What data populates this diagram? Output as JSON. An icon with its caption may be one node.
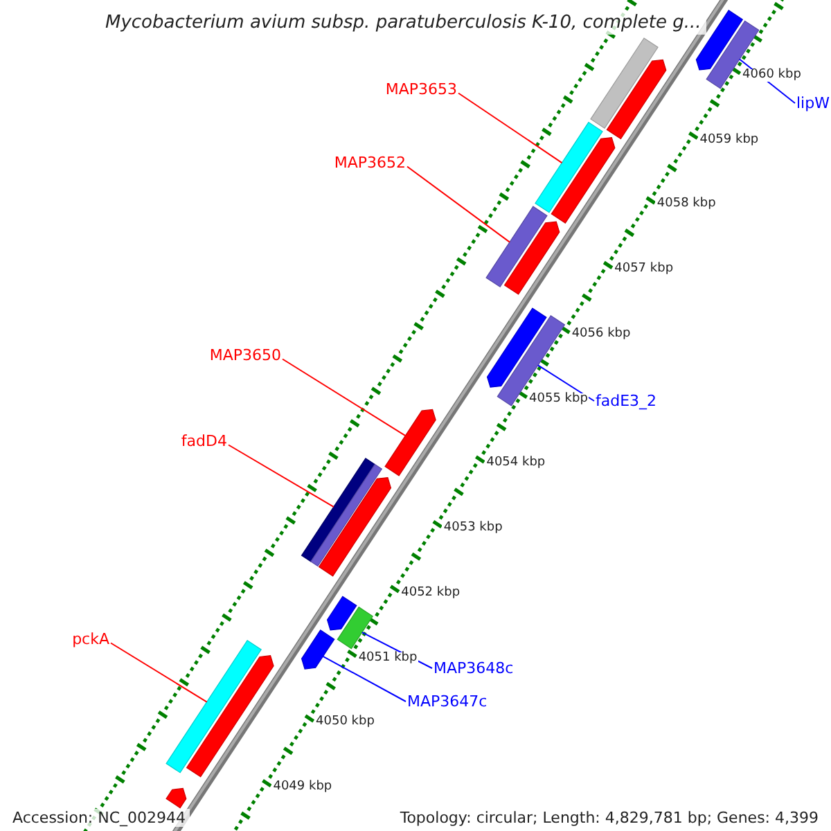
{
  "diagram": {
    "title": "Mycobacterium avium subsp. paratuberculosis K-10, complete g...",
    "nodes": [
      {
        "text": [
          "lipW"
        ]
      },
      {
        "text": [],
        "shape": "bar"
      },
      {
        "text": [],
        "shape": "arrow"
      },
      {
        "text": [],
        "shape": "arrow"
      },
      {
        "text": [],
        "shape": "bar"
      },
      {
        "text": [
          "MAP3653"
        ]
      },
      {
        "text": [],
        "shape": "bar"
      },
      {
        "text": [],
        "shape": "arrow"
      },
      {
        "text": [
          "MAP3652"
        ]
      },
      {
        "text": [],
        "shape": "bar"
      },
      {
        "text": [],
        "shape": "arrow"
      },
      {
        "text": [],
        "shape": "arrow"
      },
      {
        "text": [],
        "shape": "bar"
      },
      {
        "text": [
          "fadE3_2"
        ]
      },
      {
        "text": [
          "MAP3650"
        ]
      },
      {
        "text": [],
        "shape": "arrow"
      },
      {
        "text": [
          "fadD4"
        ]
      },
      {
        "text": [],
        "shape": "bar"
      },
      {
        "text": [],
        "shape": "bar"
      },
      {
        "text": [],
        "shape": "arrow"
      },
      {
        "text": [],
        "shape": "arrow"
      },
      {
        "text": [],
        "shape": "bar"
      },
      {
        "text": [
          "MAP3648c"
        ]
      },
      {
        "text": [],
        "shape": "arrow"
      },
      {
        "text": [
          "pckA"
        ]
      },
      {
        "text": [
          "MAP3647c"
        ]
      },
      {
        "text": [],
        "shape": "bar"
      },
      {
        "text": [],
        "shape": "arrow"
      },
      {
        "text": [],
        "shape": "arrow"
      }
    ],
    "edges": [
      {
        "from": 0,
        "to": 4,
        "arrow": "none",
        "color": "#0000ff"
      },
      {
        "from": 5,
        "to": 6,
        "arrow": "none"
      },
      {
        "from": 8,
        "to": 9,
        "arrow": "none"
      },
      {
        "from": 13,
        "to": 12,
        "arrow": "none",
        "color": "#0000ff"
      },
      {
        "from": 14,
        "to": 15,
        "arrow": "none"
      },
      {
        "from": 16,
        "to": 17,
        "arrow": "none"
      },
      {
        "from": 22,
        "to": 21,
        "arrow": "none",
        "color": "#0000ff"
      },
      {
        "from": 25,
        "to": 23,
        "arrow": "none",
        "color": "#0000ff"
      },
      {
        "from": 24,
        "to": 26,
        "arrow": "none"
      }
    ],
    "labels": [
      "4060 kbp",
      "4059 kbp",
      "4058 kbp",
      "4057 kbp",
      "4056 kbp",
      "4055 kbp",
      "4054 kbp",
      "4053 kbp",
      "4052 kbp",
      "4051 kbp",
      "4050 kbp",
      "4049 kbp",
      "Accession: NC_002944",
      "Topology: circular; Length: 4,829,781 bp; Genes: 4,399"
    ]
  }
}
